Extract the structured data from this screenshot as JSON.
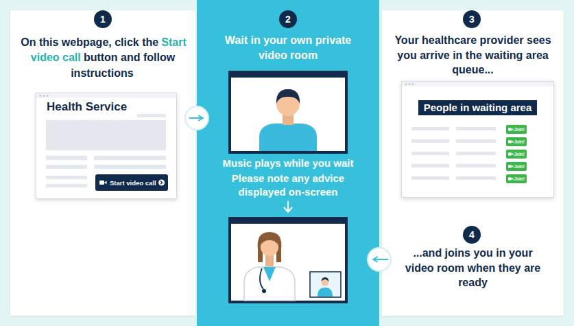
{
  "diagram": {
    "nodes": [
      {
        "text": [
          "On this webpage, click the",
          "Start video call",
          "button and follow instructions"
        ]
      },
      {
        "text": [
          "1"
        ],
        "in": 0
      },
      {
        "text": [
          "Health Service"
        ],
        "in": 0
      },
      {
        "text": [
          "Start video call"
        ],
        "in": 2
      },
      {
        "text": [
          "Wait in your own private video room",
          "Music plays while you wait",
          "Please note any advice displayed on-screen"
        ]
      },
      {
        "text": [
          "2"
        ],
        "in": 4
      },
      {
        "text": [
          "Your healthcare provider sees you arrive in the waiting area queue...",
          "...and joins you in your video room when they are ready"
        ]
      },
      {
        "text": [
          "3"
        ],
        "in": 6
      },
      {
        "text": [
          "People in waiting area"
        ],
        "in": 6
      },
      {
        "text": [
          "Join!"
        ],
        "in": 8
      },
      {
        "text": [
          "Join!"
        ],
        "in": 8
      },
      {
        "text": [
          "Join!"
        ],
        "in": 8
      },
      {
        "text": [
          "Join!"
        ],
        "in": 8
      },
      {
        "text": [
          "Join!"
        ],
        "in": 8
      },
      {
        "text": [
          "4"
        ],
        "in": 6
      }
    ],
    "edges": [
      {
        "from": 0,
        "to": 4,
        "arrow": "to"
      },
      {
        "from": 6,
        "to": 4,
        "arrow": "to"
      }
    ]
  }
}
